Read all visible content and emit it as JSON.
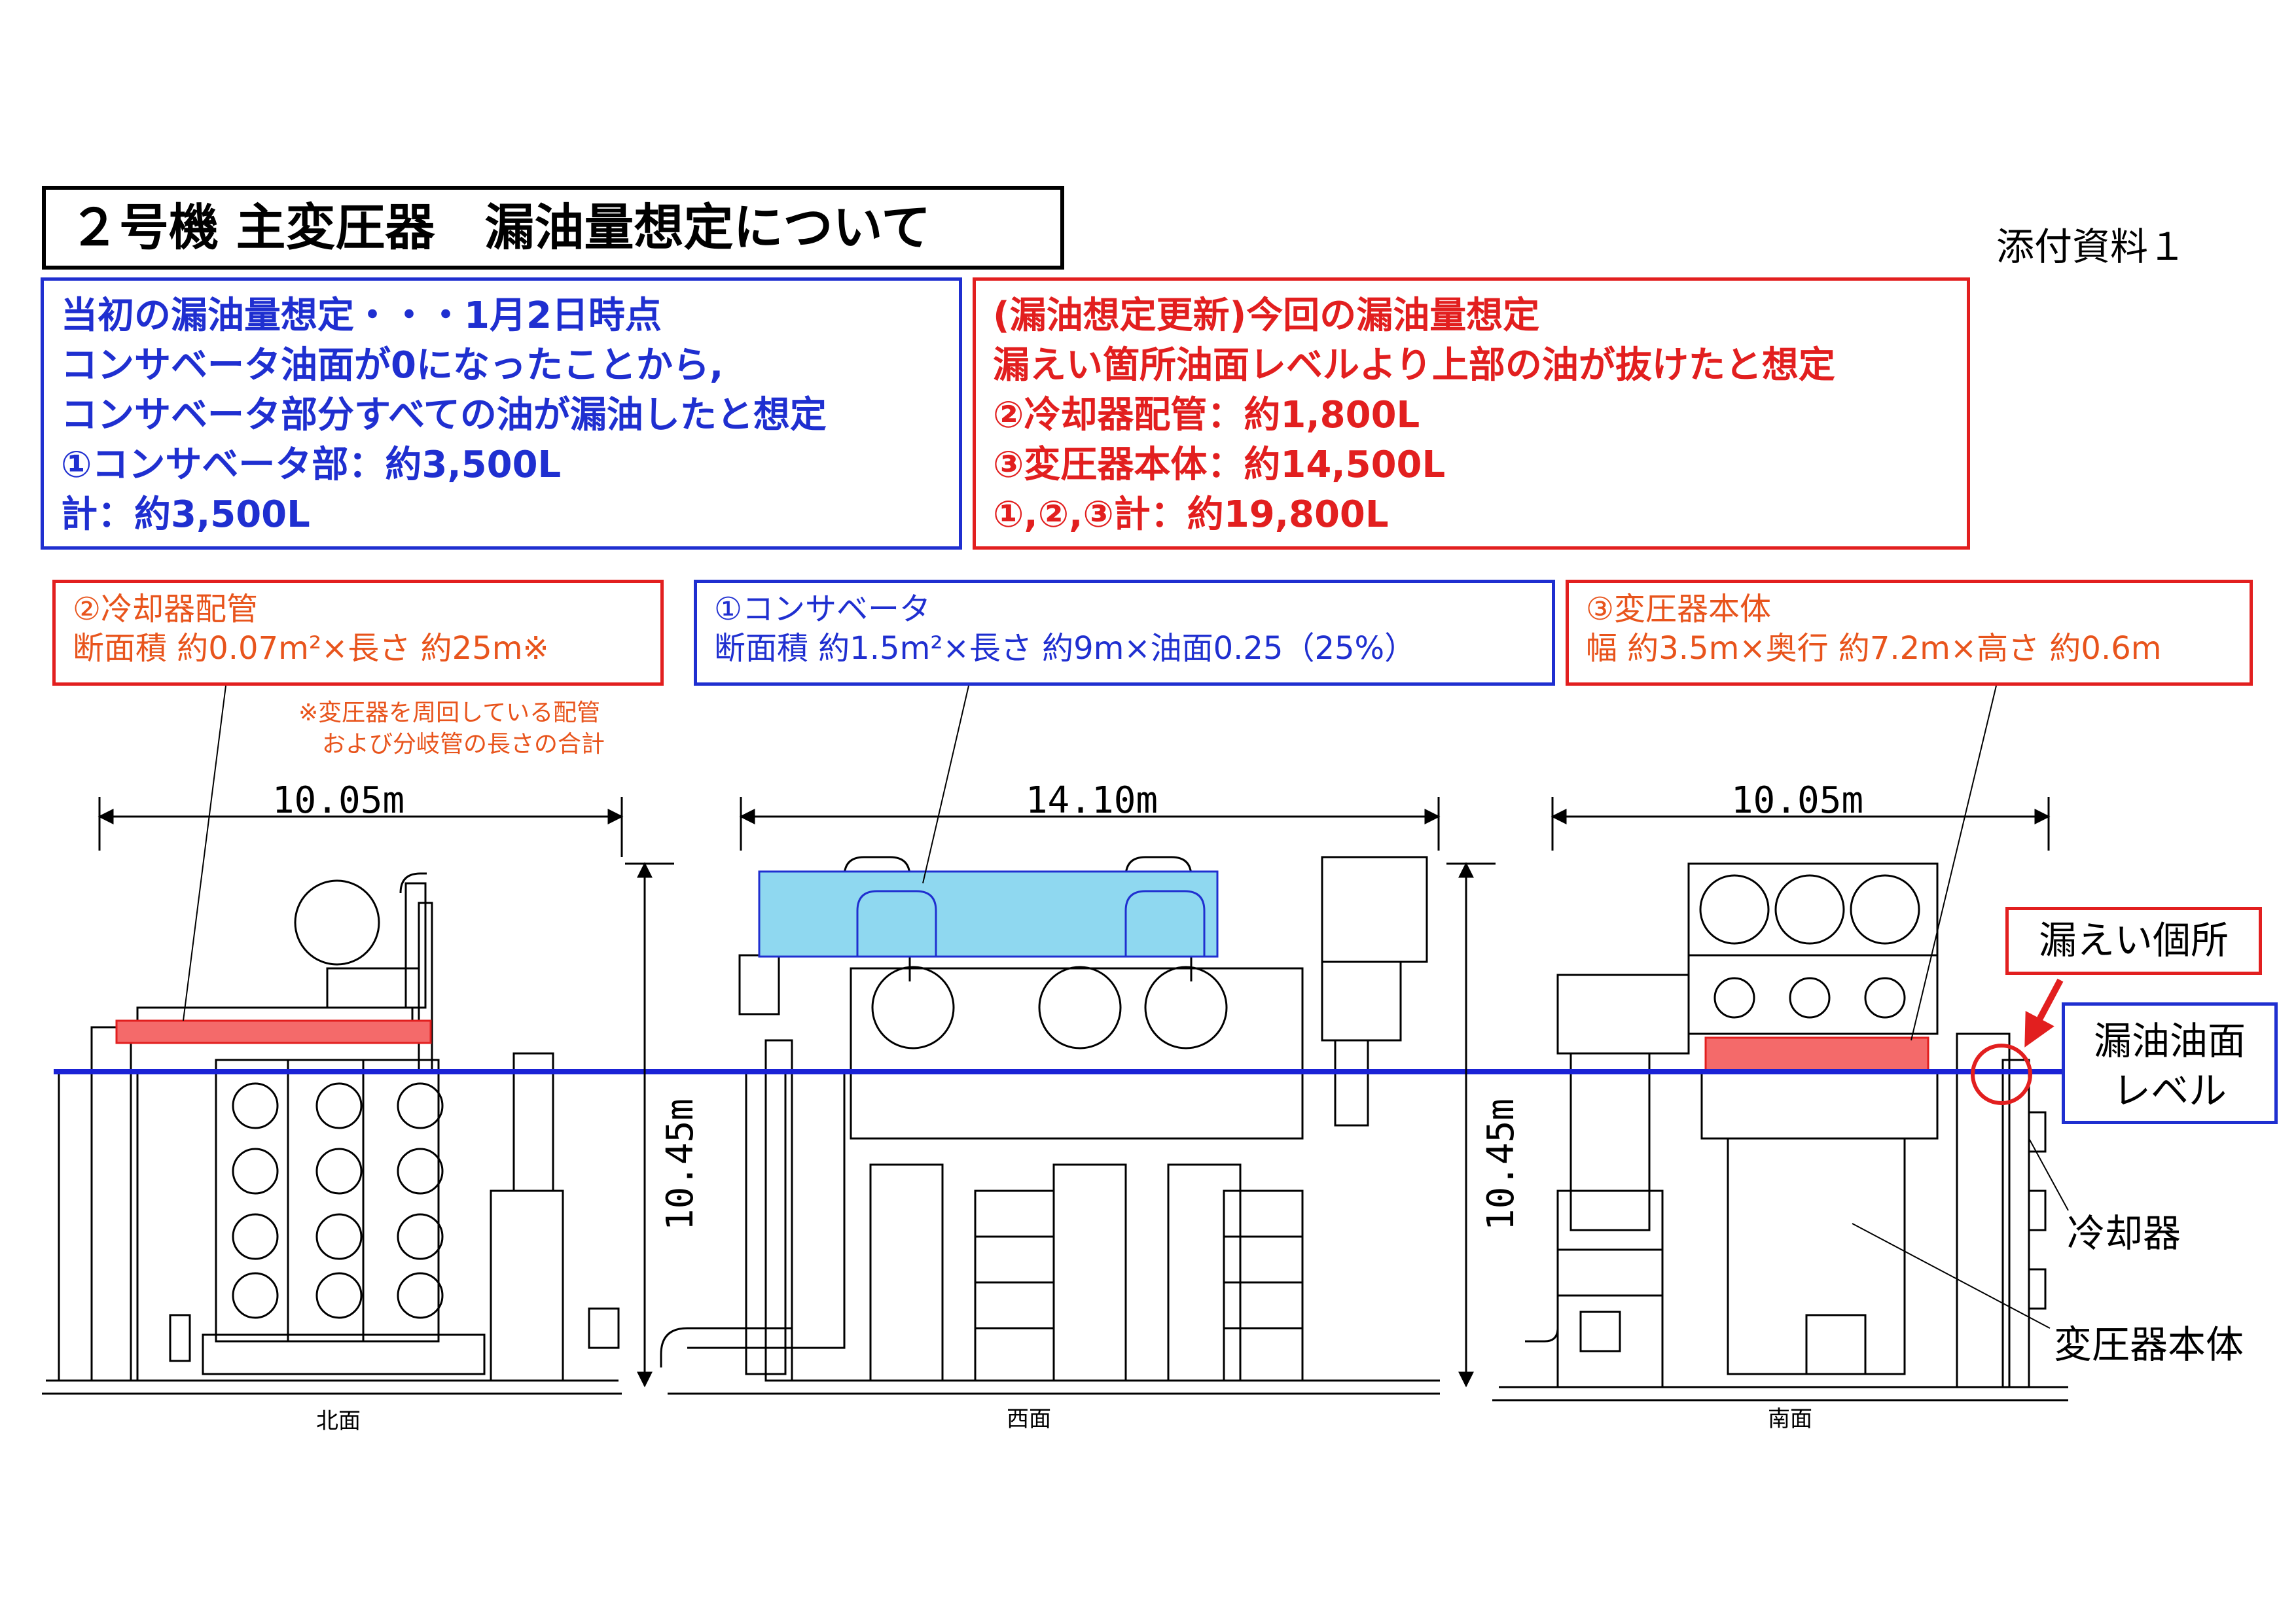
{
  "title": "２号機 主変圧器　漏油量想定について",
  "attachment": "添付資料１",
  "initial_estimate": {
    "lines": [
      "当初の漏油量想定・・・1月2日時点",
      "コンサベータ油面が0になったことから,",
      "コンサベータ部分すべての油が漏油したと想定",
      "①コンサベータ部：約3,500L",
      "計：約3,500L"
    ]
  },
  "updated_estimate": {
    "lines": [
      "(漏油想定更新)今回の漏油量想定",
      "漏えい箇所油面レベルより上部の油が抜けたと想定",
      "②冷却器配管：約1,800L",
      "③変圧器本体：約14,500L",
      "①,②,③計：約19,800L"
    ]
  },
  "labels": {
    "cooler_pipe": {
      "title": "②冷却器配管",
      "formula": "断面積 約0.07m²×長さ 約25m※"
    },
    "cooler_pipe_note": [
      "※変圧器を周回している配管",
      "および分岐管の長さの合計"
    ],
    "conservator": {
      "title": "①コンサベータ",
      "formula": "断面積 約1.5m²×長さ 約9m×油面0.25（25%）"
    },
    "transformer_body": {
      "title": "③変圧器本体",
      "formula": "幅 約3.5m×奥行 約7.2m×高さ 約0.6m"
    },
    "leak_point": "漏えい個所",
    "oil_level": [
      "漏油油面",
      "レベル"
    ],
    "cooler": "冷却器",
    "body": "変圧器本体"
  },
  "dimensions": {
    "north_width": "10.05m",
    "west_width": "14.10m",
    "south_width": "10.05m",
    "north_height": "10.45m",
    "south_height": "10.45m"
  },
  "faces": {
    "north": "北面",
    "west": "西面",
    "south": "南面"
  },
  "colors": {
    "blue": "#1f2fd0",
    "red": "#e21f1f",
    "orange": "#e8541c",
    "conservator_fill": "#8fd8f0",
    "highlight_fill": "#f46a6a",
    "oil_line": "#1a22d6"
  }
}
